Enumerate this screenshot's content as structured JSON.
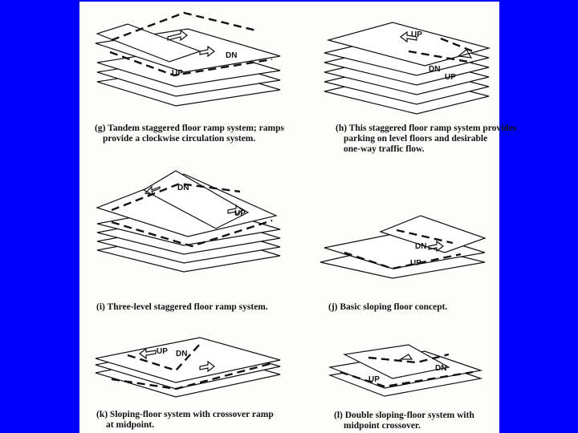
{
  "panels": [
    {
      "id": "g",
      "caption_line1": "(g) Tandem staggered floor ramp system; ramps",
      "caption_line2": "provide a clockwise circulation system.",
      "labels": [
        "DN",
        "UP"
      ]
    },
    {
      "id": "h",
      "caption_line1": "(h) This staggered floor ramp system provides",
      "caption_line2": "parking on level floors and desirable",
      "caption_line3": "one-way traffic flow.",
      "labels": [
        "UP",
        "DN",
        "UP"
      ]
    },
    {
      "id": "i",
      "caption_line1": "(i) Three-level staggered floor ramp system.",
      "labels": [
        "DN",
        "UP"
      ]
    },
    {
      "id": "j",
      "caption_line1": "(j) Basic sloping floor concept.",
      "labels": [
        "DN",
        "UP"
      ]
    },
    {
      "id": "k",
      "caption_line1": "(k) Sloping-floor system with crossover ramp",
      "caption_line2": "at midpoint.",
      "labels": [
        "UP",
        "DN"
      ]
    },
    {
      "id": "l",
      "caption_line1": "(l) Double sloping-floor system with",
      "caption_line2": "midpoint crossover.",
      "labels": [
        "DN",
        "UP"
      ]
    }
  ],
  "colors": {
    "background": "#0000ff",
    "paper": "#fdfdfb",
    "ink": "#111111"
  }
}
